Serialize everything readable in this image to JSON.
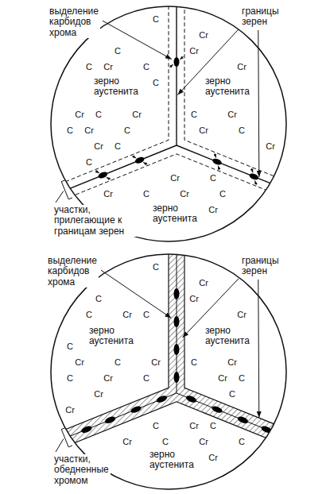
{
  "diagram": {
    "labels": [
      "выделение карбидов хрома",
      "границы зерен",
      "зерно аустенита",
      "зерно аустенита",
      "зерно аустенита",
      "участки, прилегающие к границам зерен",
      "C",
      "Cr",
      "C",
      "Cr",
      "C",
      "Cr",
      "C",
      "Cr",
      "C",
      "Cr",
      "C",
      "Cr",
      "C",
      "Cr",
      "C",
      "Cr",
      "C",
      "Cr",
      "C",
      "Cr",
      "C",
      "Cr",
      "C",
      "Cr",
      "C",
      "Cr",
      "C",
      "Cr",
      "C",
      "Cr",
      "выделение карбидов хрома",
      "границы зерен",
      "зерно аустенита",
      "зерно аустенита",
      "зерно аустенита",
      "участки, обедненные хромом",
      "C",
      "Cr",
      "C",
      "Cr",
      "C",
      "Cr",
      "C",
      "Cr",
      "C",
      "Cr",
      "C",
      "Cr",
      "C",
      "Cr",
      "C",
      "Cr",
      "C",
      "Cr",
      "C",
      "Cr",
      "C",
      "Cr",
      "C",
      "Cr",
      "C",
      "Cr",
      "C",
      "Cr",
      "C",
      "Cr"
    ]
  }
}
